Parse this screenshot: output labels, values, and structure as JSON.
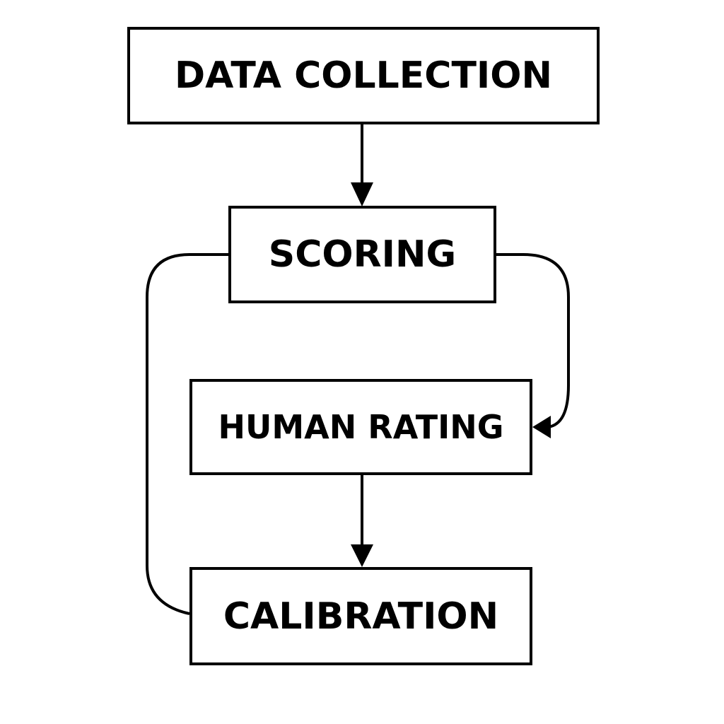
{
  "diagram": {
    "nodes": {
      "data_collection": "DATA COLLECTION",
      "scoring": "SCORING",
      "human_rating": "HUMAN RATING",
      "calibration": "CALIBRATION"
    },
    "edges": [
      {
        "from": "data_collection",
        "to": "scoring"
      },
      {
        "from": "scoring",
        "to": "human_rating"
      },
      {
        "from": "human_rating",
        "to": "calibration"
      },
      {
        "from": "calibration",
        "to": "scoring"
      }
    ],
    "colors": {
      "stroke": "#000000",
      "background": "#ffffff",
      "text": "#000000"
    }
  }
}
